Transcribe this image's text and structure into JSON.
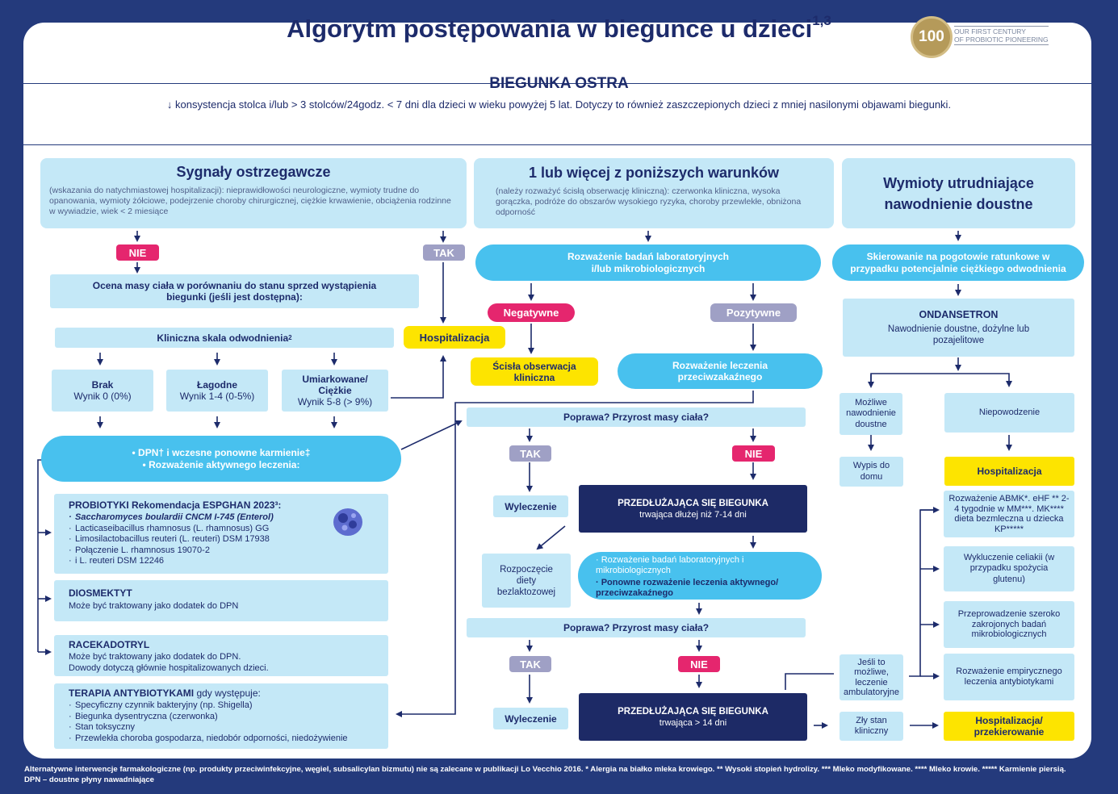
{
  "title": "Algorytm postępowania w biegunce u dzieci",
  "title_sup": "1,3",
  "logo": {
    "badge": "100",
    "line1": "OUR FIRST CENTURY",
    "line2": "OF PROBIOTIC PIONEERING"
  },
  "subtitle": "BIEGUNKA OSTRA",
  "subdesc": "↓ konsystencja stolca i/lub > 3 stolców/24godz. < 7 dni dla dzieci w wieku powyżej 5 lat. Dotyczy to również zaszczepionych dzieci z mniej nasilonymi objawami biegunki.",
  "col1": {
    "header": "Sygnały ostrzegawcze",
    "desc": "(wskazania do natychmiastowej hospitalizacji): nieprawidłowości neurologiczne, wymioty trudne do opanowania, wymioty żółciowe, podejrzenie choroby chirurgicznej, ciężkie krwawienie, obciążenia rodzinne w wywiadzie, wiek < 2 miesiące",
    "nie": "NIE",
    "tak": "TAK",
    "weight": "Ocena masy ciała w porównaniu do stanu sprzed wystąpienia biegunki (jeśli jest dostępna):",
    "scale": "Kliniczna skala odwodnienia",
    "scale_sup": "2",
    "hosp": "Hospitalizacja",
    "brak_t": "Brak",
    "brak_s": "Wynik 0 (0%)",
    "lag_t": "Łagodne",
    "lag_s": "Wynik 1-4 (0-5%)",
    "umi_t": "Umiarkowane/ Ciężkie",
    "umi_s": "Wynik 5-8 (> 9%)",
    "dpn1": "• DPN† i wczesne ponowne karmienie‡",
    "dpn2": "• Rozważenie aktywnego leczenia:",
    "prob_title": "PROBIOTYKI Rekomendacja ESPGHAN 2023³:",
    "prob_items": [
      "Saccharomyces boulardii CNCM I-745 (Enterol)",
      "Lacticaseibacillus rhamnosus (L. rhamnosus) GG",
      "Limosilactobacillus reuteri (L. reuteri) DSM 17938",
      "Połączenie L. rhamnosus 19070-2",
      "i L. reuteri DSM 12246"
    ],
    "dio_title": "DIOSMEKTYT",
    "dio_text": "Może być traktowany jako dodatek do DPN",
    "race_title": "RACEKADOTRYL",
    "race_text1": "Może być traktowany jako dodatek do DPN.",
    "race_text2": "Dowody dotyczą głównie hospitalizowanych dzieci.",
    "anti_title": "TERAPIA ANTYBIOTYKAMI",
    "anti_title2": " gdy występuje:",
    "anti_items": [
      "Specyficzny czynnik bakteryjny (np. Shigella)",
      "Biegunka dysentryczna (czerwonka)",
      "Stan toksyczny",
      "Przewlekła choroba gospodarza, niedobór odporności, niedożywienie"
    ]
  },
  "col2": {
    "header": "1 lub więcej z poniższych warunków",
    "desc": "(należy rozważyć ścisłą obserwację kliniczną): czerwonka kliniczna, wysoka gorączka, podróże do obszarów wysokiego ryzyka, choroby przewlekłe, obniżona odporność",
    "lab": "Rozważenie badań laboratoryjnych i/lub mikrobiologicznych",
    "neg": "Negatywne",
    "poz": "Pozytywne",
    "obs": "Ścisła obserwacja kliniczna",
    "antim": "Rozważenie leczenia przeciwzakaźnego",
    "poprawa1": "Poprawa? Przyrost masy ciała?",
    "tak": "TAK",
    "nie": "NIE",
    "wyl1": "Wyleczenie",
    "prz1_t": "PRZEDŁUŻAJĄCA SIĘ BIEGUNKA",
    "prz1_s": "trwająca dłużej niż 7-14 dni",
    "diet": "Rozpoczęcie diety bezlaktozowej",
    "rozw1": "· Rozważenie badań laboratoryjnych i mikrobiologicznych",
    "rozw2": "· Ponowne rozważenie leczenia aktywnego/ przeciwzakaźnego",
    "poprawa2": "Poprawa? Przyrost masy ciała?",
    "wyl2": "Wyleczenie",
    "prz2_t": "PRZEDŁUŻAJĄCA SIĘ BIEGUNKA",
    "prz2_s": "trwająca > 14 dni"
  },
  "col3": {
    "header": "Wymioty utrudniające nawodnienie doustne",
    "skier": "Skierowanie na pogotowie ratunkowe w przypadku potencjalnie ciężkiego odwodnienia",
    "ond_t": "ONDANSETRON",
    "ond_s": "Nawodnienie doustne, dożylne lub pozajelitowe",
    "mozliwe": "Możliwe nawodnienie doustne",
    "niepow": "Niepowodzenie",
    "wypis": "Wypis do domu",
    "hosp": "Hospitalizacja",
    "r1": "Rozważenie ABMK*. eHF ** 2-4 tygodnie w MM***. MK**** dieta bezmleczna u dziecka KP*****",
    "r2": "Wykluczenie celiakii (w przypadku spożycia glutenu)",
    "r3": "Przeprowadzenie szeroko zakrojonych badań mikrobiologicznych",
    "r4": "Rozważenie empirycznego leczenia antybiotykami",
    "jesli": "Jeśli to możliwe, leczenie ambulatoryjne",
    "zly": "Zły stan kliniczny",
    "hosp2": "Hospitalizacja/ przekierowanie"
  },
  "footer1": "Alternatywne interwencje farmakologiczne (np. produkty przeciwinfekcyjne, węgiel, subsalicylan bizmutu) nie są zalecane w publikacji Lo Vecchio 2016. * Alergia na białko mleka krowiego. ** Wysoki stopień hydrolizy. *** Mleko modyfikowane. **** Mleko krowie. ***** Karmienie piersią.",
  "footer2": "DPN – doustne płyny nawadniające",
  "colors": {
    "navy": "#1d2a66",
    "light_blue": "#c4e8f7",
    "mid_blue": "#48c1ee",
    "pink": "#e5266e",
    "grey_tag": "#9fa0c5",
    "yellow": "#fde400",
    "frame": "#243a7c"
  }
}
